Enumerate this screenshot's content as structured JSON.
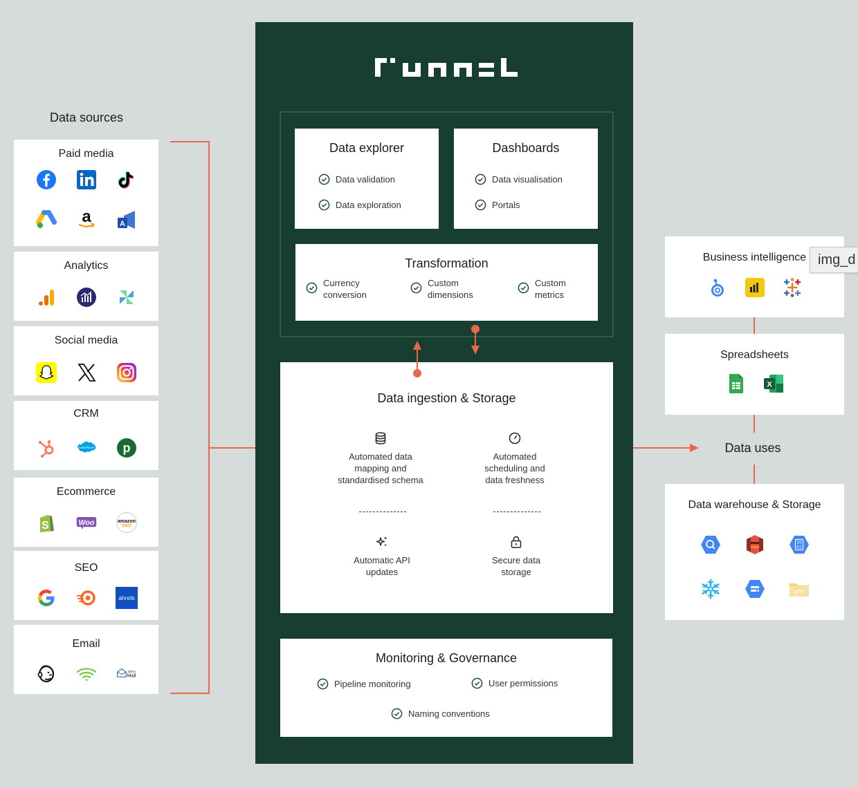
{
  "logo_text": "funnel",
  "sources": {
    "heading": "Data sources",
    "groups": [
      {
        "title": "Paid media",
        "icons": [
          "facebook-icon",
          "linkedin-icon",
          "tiktok-icon",
          "google-ads-icon",
          "amazon-icon",
          "microsoft-ads-icon"
        ]
      },
      {
        "title": "Analytics",
        "icons": [
          "google-analytics-icon",
          "adobe-analytics-icon",
          "appsflyer-icon"
        ]
      },
      {
        "title": "Social media",
        "icons": [
          "snapchat-icon",
          "x-icon",
          "instagram-icon"
        ]
      },
      {
        "title": "CRM",
        "icons": [
          "hubspot-icon",
          "salesforce-icon",
          "pipedrive-icon"
        ]
      },
      {
        "title": "Ecommerce",
        "icons": [
          "shopify-icon",
          "woocommerce-icon",
          "amazon-seller-icon"
        ]
      },
      {
        "title": "SEO",
        "icons": [
          "google-icon",
          "semrush-icon",
          "ahrefs-icon"
        ]
      },
      {
        "title": "Email",
        "icons": [
          "mailchimp-icon",
          "campaign-monitor-icon",
          "zoho-mail-icon"
        ]
      }
    ],
    "icon_text": {
      "salesforce": "salesforce",
      "woo": "Woo",
      "amazon_seller": "amazon",
      "ahrefs": "ahrefs",
      "zoho_top": "Zoho",
      "zoho_bottom": "Mail"
    }
  },
  "core": {
    "explorer": {
      "title": "Data explorer",
      "items": [
        "Data validation",
        "Data exploration"
      ]
    },
    "dashboards": {
      "title": "Dashboards",
      "items": [
        "Data visualisation",
        "Portals"
      ]
    },
    "transformation": {
      "title": "Transformation",
      "items": [
        "Currency conversion",
        "Custom dimensions",
        "Custom metrics"
      ]
    },
    "ingestion": {
      "title": "Data ingestion & Storage",
      "features": [
        {
          "icon": "database-icon",
          "text": "Automated data mapping and standardised schema"
        },
        {
          "icon": "clock-icon",
          "text": "Automated scheduling and data freshness"
        },
        {
          "icon": "sparkles-icon",
          "text": "Automatic API updates"
        },
        {
          "icon": "lock-icon",
          "text": "Secure data storage"
        }
      ]
    },
    "monitoring": {
      "title": "Monitoring & Governance",
      "items": [
        "Pipeline monitoring",
        "User permissions",
        "Naming conventions"
      ]
    }
  },
  "uses": {
    "heading": "Data uses",
    "groups": [
      {
        "title": "Business intelligence",
        "icons": [
          "looker-studio-icon",
          "power-bi-icon",
          "tableau-icon"
        ]
      },
      {
        "title": "Spreadsheets",
        "icons": [
          "google-sheets-icon",
          "excel-icon"
        ]
      },
      {
        "title": "Data warehouse & Storage",
        "icons": [
          "bigquery-icon",
          "aws-s3-icon",
          "cloud-storage-icon",
          "snowflake-icon",
          "cloud-sql-icon",
          "sftp-icon"
        ]
      }
    ],
    "icon_text": {
      "sftp": "SFTP"
    }
  },
  "tooltip": "img_d",
  "colors": {
    "background": "#d5dcd9",
    "panel": "#183d31",
    "accent": "#e8684a",
    "check": "#1f4a3b"
  }
}
